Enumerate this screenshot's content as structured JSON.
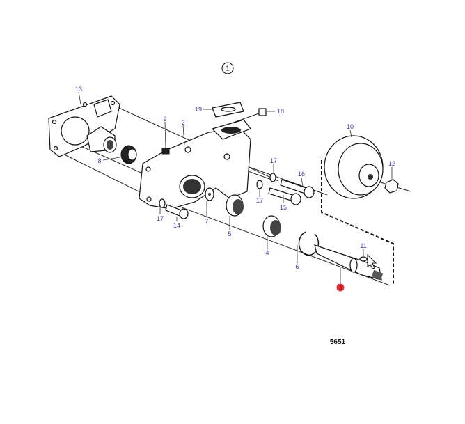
{
  "diagram": {
    "title_callout": "1",
    "figure_number": "5651",
    "highlight_color": "#e8323a",
    "label_color": "#3a3aa0",
    "labels": {
      "l13": "13",
      "l19": "19",
      "l18": "18",
      "l9": "9",
      "l2": "2",
      "l8": "8",
      "l10": "10",
      "l17a": "17",
      "l16": "16",
      "l12": "12",
      "l17b": "17",
      "l15": "15",
      "l17c": "17",
      "l14": "14",
      "l7": "7",
      "l5": "5",
      "l4": "4",
      "l6": "6",
      "l11": "11",
      "l3": "3"
    }
  }
}
